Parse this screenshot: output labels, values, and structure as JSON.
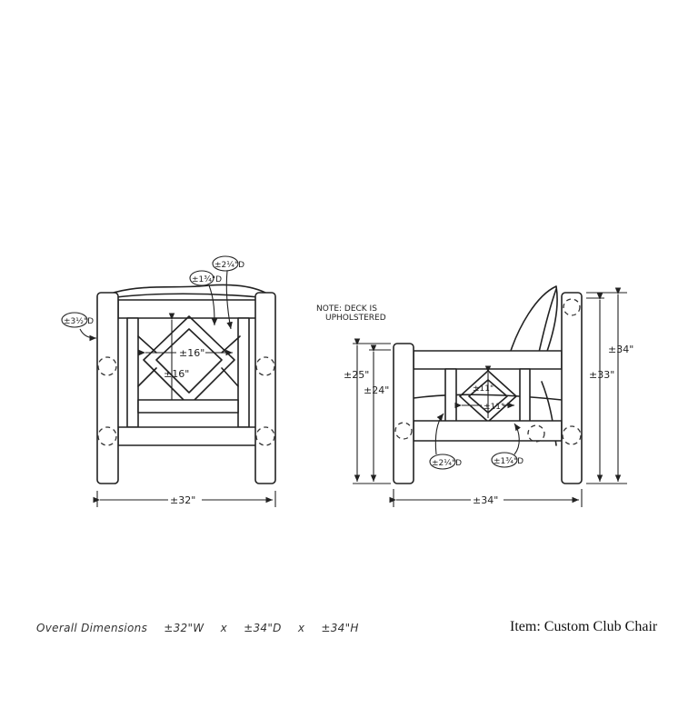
{
  "front_view": {
    "width_dim": "±32\"",
    "inner_width_dim": "±16\"",
    "inner_height_dim": "±16\"",
    "leg_diameter": "±3½\"D",
    "brace_diameter": "±1¾\"D",
    "rail_diameter": "±2¼\"D"
  },
  "side_view": {
    "note_line1": "NOTE: DECK IS",
    "note_line2": "UPHOLSTERED",
    "depth_dim": "±34\"",
    "arm_height_dim": "±25\"",
    "seat_height_dim": "±24\"",
    "back_height_inner_dim": "±33\"",
    "back_height_dim": "±34\"",
    "diamond_height_dim": "±11\"",
    "diamond_width_dim": "±11\"",
    "rail_diameter": "±2¼\"D",
    "brace_diameter": "±1¾\"D"
  },
  "footer": {
    "overall_label": "Overall Dimensions",
    "width": "±32\"W",
    "x1": "x",
    "depth": "±34\"D",
    "x2": "x",
    "height": "±34\"H",
    "item": "Item: Custom Club Chair"
  }
}
